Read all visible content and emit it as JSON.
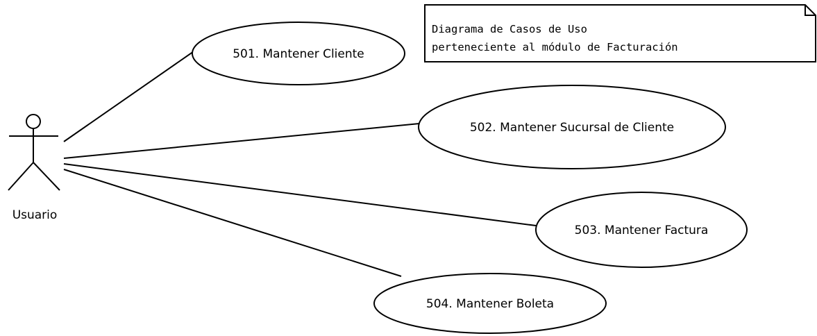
{
  "actor": {
    "name": "Usuario"
  },
  "use_cases": [
    {
      "id": "uc-501",
      "label": "501. Mantener Cliente"
    },
    {
      "id": "uc-502",
      "label": "502. Mantener Sucursal de Cliente"
    },
    {
      "id": "uc-503",
      "label": "503. Mantener Factura"
    },
    {
      "id": "uc-504",
      "label": "504. Mantener Boleta"
    }
  ],
  "note": {
    "lines": [
      "Diagrama de Casos de Uso",
      "perteneciente al módulo de Facturación"
    ]
  },
  "associations": [
    {
      "from": "actor",
      "to": "uc-501"
    },
    {
      "from": "actor",
      "to": "uc-502"
    },
    {
      "from": "actor",
      "to": "uc-503"
    },
    {
      "from": "actor",
      "to": "uc-504"
    }
  ]
}
